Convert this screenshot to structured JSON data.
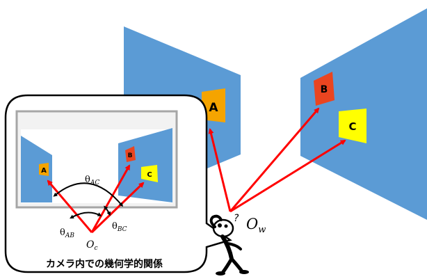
{
  "markers": {
    "a": {
      "label": "A",
      "color": "#f5a400"
    },
    "b": {
      "label": "B",
      "color": "#ea4520"
    },
    "c": {
      "label": "C",
      "color": "#ffff00"
    }
  },
  "observer": {
    "origin_label": "O",
    "origin_subscript": "w",
    "question_mark": "?"
  },
  "camera_view": {
    "origin_label": "O",
    "origin_subscript": "c",
    "angle_ac": {
      "symbol": "θ",
      "sub": "AC"
    },
    "angle_ab": {
      "symbol": "θ",
      "sub": "AB"
    },
    "angle_bc": {
      "symbol": "θ",
      "sub": "BC"
    },
    "caption": "カメラ内での幾何学的関係"
  },
  "colors": {
    "wall": "#5b9bd5",
    "ray": "#ff0000",
    "bubble_border": "#000000"
  }
}
